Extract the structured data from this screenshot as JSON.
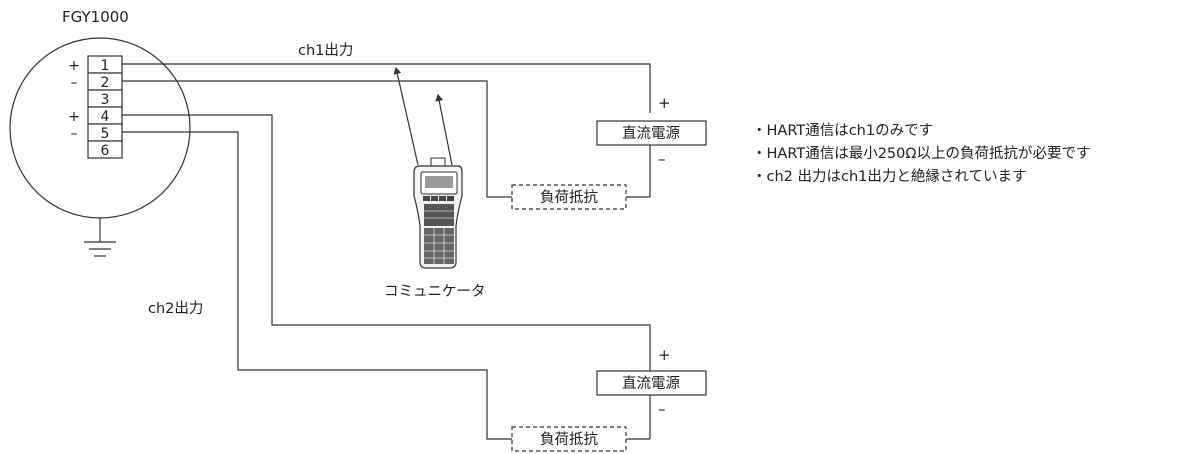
{
  "device": {
    "name": "FGY1000",
    "terminals": [
      "1",
      "2",
      "3",
      "4",
      "5",
      "6"
    ],
    "signs": {
      "t1": "+",
      "t2": "–",
      "t4": "+",
      "t5": "–"
    }
  },
  "labels": {
    "ch1_output": "ch1出力",
    "ch2_output": "ch2出力",
    "communicator": "コミュニケータ"
  },
  "ch1_loop": {
    "power_supply": "直流電源",
    "load_resistor": "負荷抵抗",
    "plus": "+",
    "minus": "–"
  },
  "ch2_loop": {
    "power_supply": "直流電源",
    "load_resistor": "負荷抵抗",
    "plus": "+",
    "minus": "–"
  },
  "notes": [
    "・HART通信はch1のみです",
    "・HART通信は最小250Ω以上の負荷抵抗が必要です",
    "・ch2 出力はch1出力と絶縁されています"
  ]
}
